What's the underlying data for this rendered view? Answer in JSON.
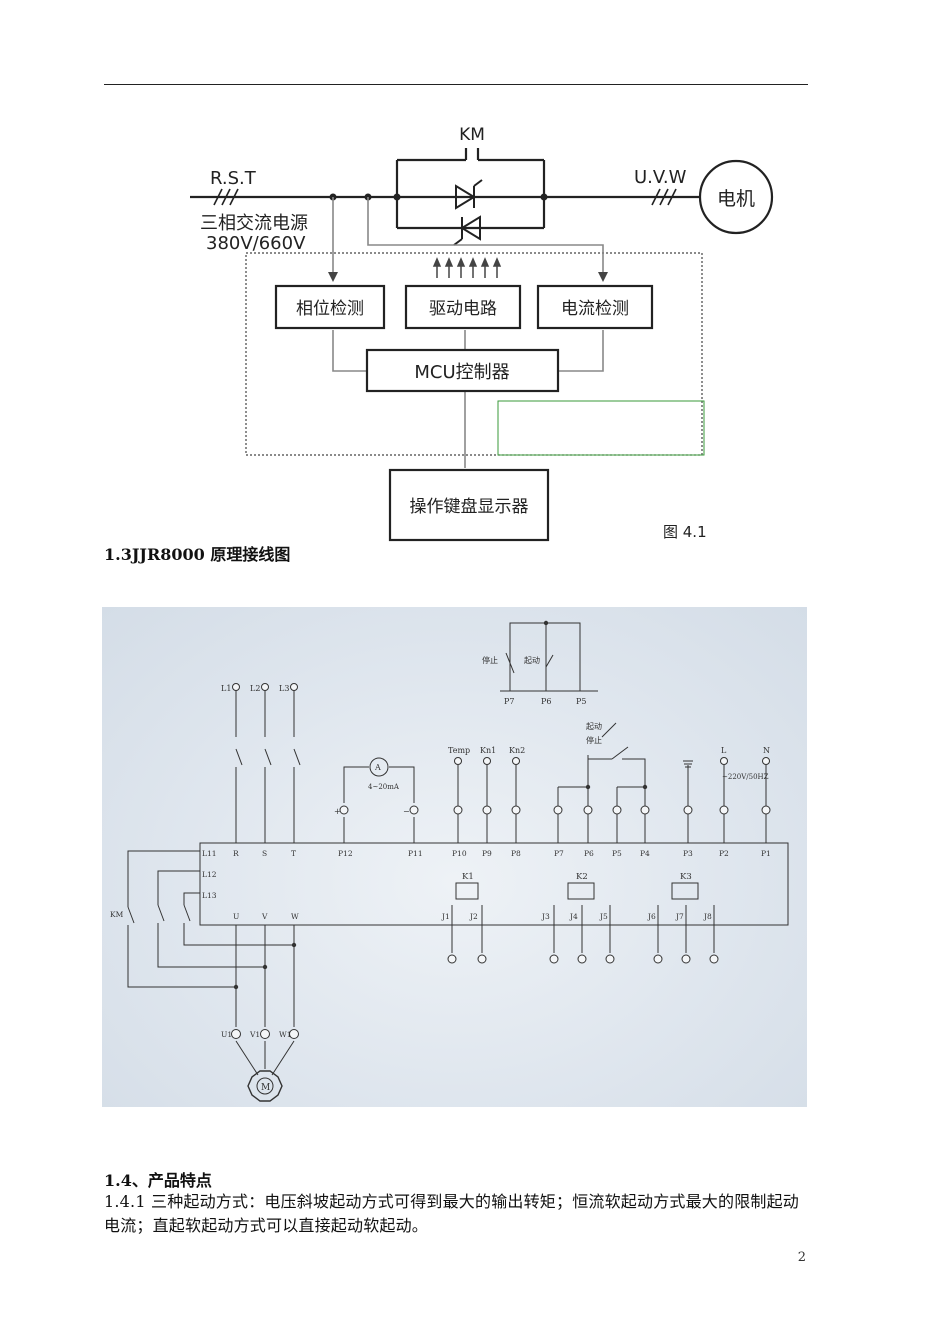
{
  "diagram1": {
    "km": "KM",
    "rst": "R.S.T",
    "uvw": "U.V.W",
    "motor": "电机",
    "source_line1": "三相交流电源",
    "source_line2": "380V/660V",
    "box_phase": "相位检测",
    "box_drive": "驱动电路",
    "box_current": "电流检测",
    "box_mcu": "MCU控制器",
    "box_keypad": "操作键盘显示器",
    "caption": "图 4.1"
  },
  "section_13_title": "1.3JJR8000 原理接线图",
  "diagram2": {
    "top_stop": "停止",
    "top_start": "起动",
    "top_terms": [
      "P7",
      "P6",
      "P5"
    ],
    "inputs": [
      "L1",
      "L2",
      "L3"
    ],
    "start_label": "起动",
    "stop_label": "停止",
    "temp": "Temp",
    "kn1": "Kn1",
    "kn2": "Kn2",
    "l": "L",
    "n": "N",
    "supply": "~220V/50HZ",
    "meter": "A",
    "meter_range": "4~20mA",
    "plus": "+",
    "minus": "−",
    "block_terms": [
      "L11",
      "R",
      "S",
      "T",
      "P12",
      "P11",
      "P10",
      "P9",
      "P8",
      "P7",
      "P6",
      "P5",
      "P4",
      "P3",
      "P2",
      "P1"
    ],
    "left_terms": [
      "L12",
      "L13"
    ],
    "bottom_terms": [
      "U",
      "V",
      "W"
    ],
    "relays": [
      "K1",
      "K2",
      "K3"
    ],
    "relay_terms": [
      "J1",
      "J2",
      "J3",
      "J4",
      "J5",
      "J6",
      "J7",
      "J8"
    ],
    "km": "KM",
    "outputs": [
      "U1",
      "V1",
      "W1"
    ],
    "motor": "M"
  },
  "section_14_title": "1.4、产品特点",
  "section_141_text": "1.4.1 三种起动方式：电压斜坡起动方式可得到最大的输出转矩；恒流软起动方式最大的限制起动电流；直起软起动方式可以直接起动软起动。",
  "page_number": "2"
}
